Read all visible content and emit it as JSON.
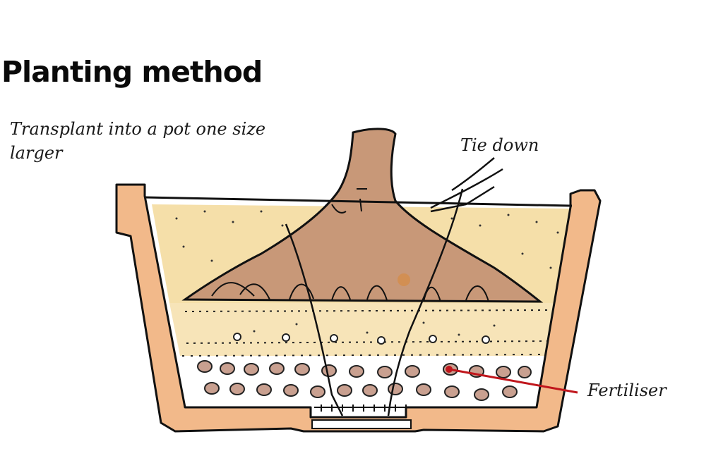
{
  "title": "Planting method",
  "caption": "Transplant into a pot one size larger",
  "labels": {
    "tie_down": "Tie down",
    "fertiliser": "Fertiliser"
  },
  "colors": {
    "pot": "#f2b98a",
    "sand": "#f3d99a",
    "trunk": "#c89878",
    "gravel": "#c9a090",
    "fertiliser_line": "#c0161c",
    "ink": "#111111"
  }
}
